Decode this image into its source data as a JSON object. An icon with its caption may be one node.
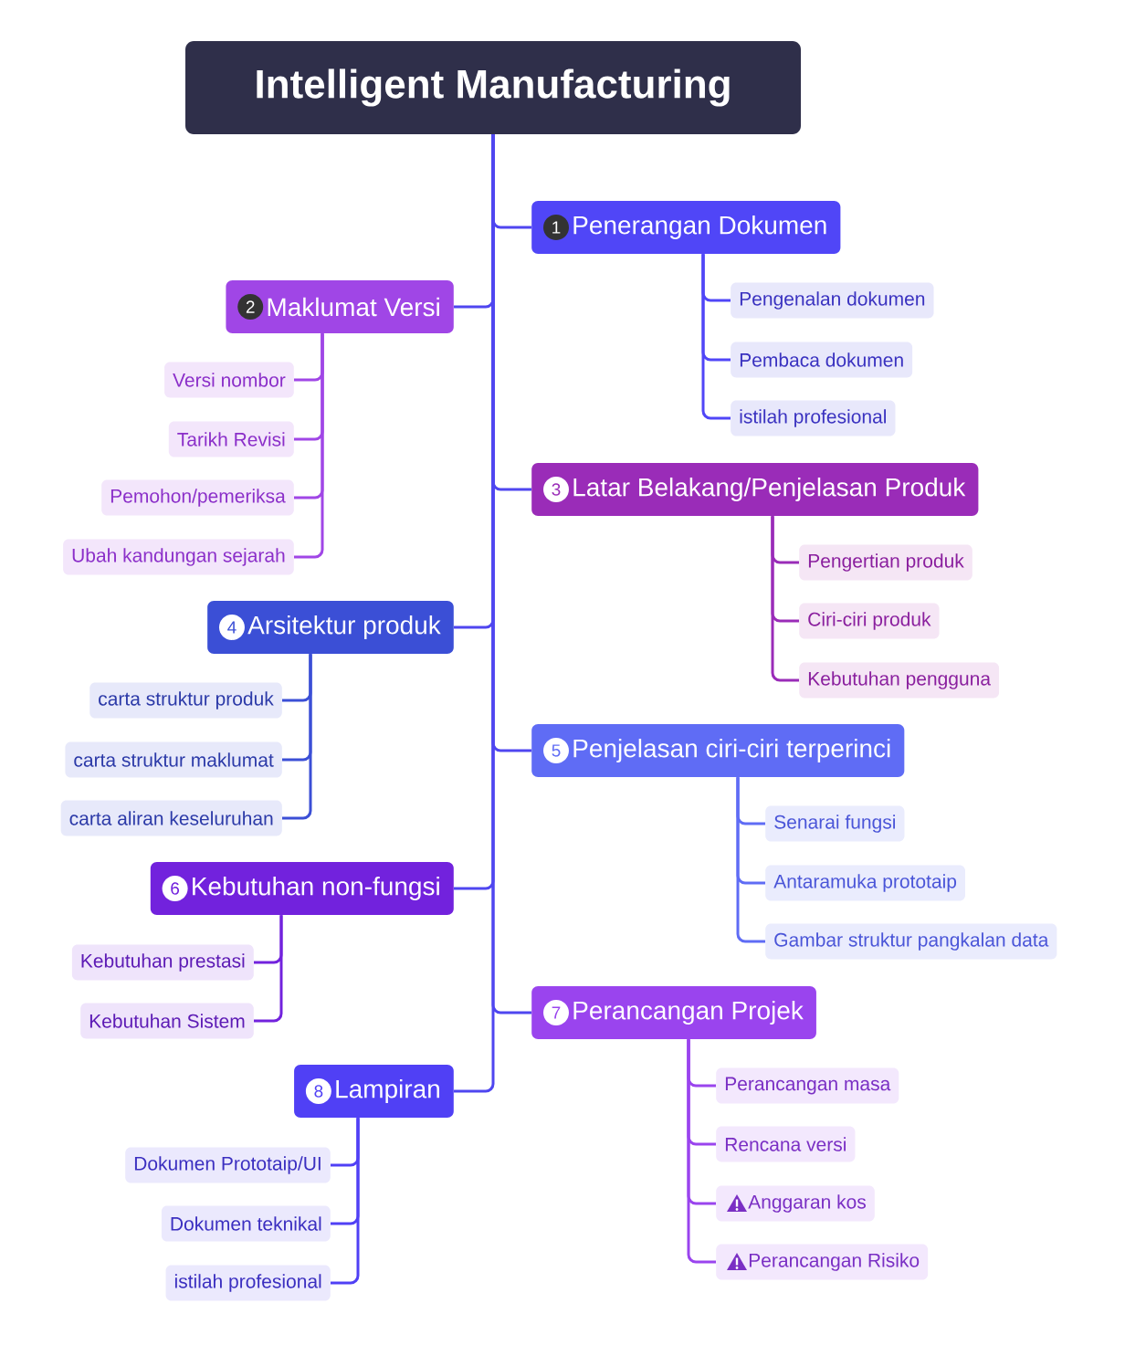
{
  "diagram": {
    "nodes": [
      {
        "text": [
          "Intelligent Manufacturing"
        ]
      },
      {
        "text": [
          "1",
          "Penerangan Dokumen"
        ]
      },
      {
        "text": [
          "Pengenalan dokumen"
        ]
      },
      {
        "text": [
          "Pembaca dokumen"
        ]
      },
      {
        "text": [
          "istilah profesional"
        ]
      },
      {
        "text": [
          "2",
          "Maklumat Versi"
        ]
      },
      {
        "text": [
          "Versi nombor"
        ]
      },
      {
        "text": [
          "Tarikh Revisi"
        ]
      },
      {
        "text": [
          "Pemohon/pemeriksa"
        ]
      },
      {
        "text": [
          "Ubah kandungan sejarah"
        ]
      },
      {
        "text": [
          "3",
          "Latar Belakang/Penjelasan Produk"
        ]
      },
      {
        "text": [
          "Pengertian produk"
        ]
      },
      {
        "text": [
          "Ciri-ciri produk"
        ]
      },
      {
        "text": [
          "Kebutuhan pengguna"
        ]
      },
      {
        "text": [
          "4",
          "Arsitektur produk"
        ]
      },
      {
        "text": [
          "carta struktur produk"
        ]
      },
      {
        "text": [
          "carta struktur maklumat"
        ]
      },
      {
        "text": [
          "carta aliran keseluruhan"
        ]
      },
      {
        "text": [
          "5",
          "Penjelasan ciri-ciri terperinci"
        ]
      },
      {
        "text": [
          "Senarai fungsi"
        ]
      },
      {
        "text": [
          "Antaramuka prototaip"
        ]
      },
      {
        "text": [
          "Gambar struktur pangkalan data"
        ]
      },
      {
        "text": [
          "6",
          "Kebutuhan non-fungsi"
        ]
      },
      {
        "text": [
          "Kebutuhan prestasi"
        ]
      },
      {
        "text": [
          "Kebutuhan Sistem"
        ]
      },
      {
        "text": [
          "7",
          "Perancangan Projek"
        ]
      },
      {
        "text": [
          "Perancangan masa"
        ]
      },
      {
        "text": [
          "Rencana versi"
        ]
      },
      {
        "text": [
          "Anggaran kos"
        ]
      },
      {
        "text": [
          "Perancangan Risiko"
        ]
      },
      {
        "text": [
          "8",
          "Lampiran"
        ]
      },
      {
        "text": [
          "Dokumen Prototaip/UI"
        ]
      },
      {
        "text": [
          "Dokumen teknikal"
        ]
      },
      {
        "text": [
          "istilah profesional"
        ]
      }
    ],
    "edges": [
      {
        "from": 0,
        "to": 1,
        "arrow": "none",
        "color": "#4f46f0"
      },
      {
        "from": 0,
        "to": 5,
        "arrow": "none",
        "color": "#4f46f0"
      },
      {
        "from": 0,
        "to": 10,
        "arrow": "none",
        "color": "#4f46f0"
      },
      {
        "from": 0,
        "to": 14,
        "arrow": "none",
        "color": "#4f46f0"
      },
      {
        "from": 0,
        "to": 18,
        "arrow": "none",
        "color": "#4f46f0"
      },
      {
        "from": 0,
        "to": 22,
        "arrow": "none",
        "color": "#4f46f0"
      },
      {
        "from": 0,
        "to": 25,
        "arrow": "none",
        "color": "#4f46f0"
      },
      {
        "from": 0,
        "to": 30,
        "arrow": "none",
        "color": "#4f46f0"
      },
      {
        "from": 1,
        "to": 2,
        "arrow": "none",
        "color": "#5046f7"
      },
      {
        "from": 1,
        "to": 3,
        "arrow": "none",
        "color": "#5046f7"
      },
      {
        "from": 1,
        "to": 4,
        "arrow": "none",
        "color": "#5046f7"
      },
      {
        "from": 5,
        "to": 6,
        "arrow": "none",
        "color": "#a046e6"
      },
      {
        "from": 5,
        "to": 7,
        "arrow": "none",
        "color": "#a046e6"
      },
      {
        "from": 5,
        "to": 8,
        "arrow": "none",
        "color": "#a046e6"
      },
      {
        "from": 5,
        "to": 9,
        "arrow": "none",
        "color": "#a046e6"
      },
      {
        "from": 10,
        "to": 11,
        "arrow": "none",
        "color": "#9a2cb8"
      },
      {
        "from": 10,
        "to": 12,
        "arrow": "none",
        "color": "#9a2cb8"
      },
      {
        "from": 10,
        "to": 13,
        "arrow": "none",
        "color": "#9a2cb8"
      },
      {
        "from": 14,
        "to": 15,
        "arrow": "none",
        "color": "#3b4fd6"
      },
      {
        "from": 14,
        "to": 16,
        "arrow": "none",
        "color": "#3b4fd6"
      },
      {
        "from": 14,
        "to": 17,
        "arrow": "none",
        "color": "#3b4fd6"
      },
      {
        "from": 18,
        "to": 19,
        "arrow": "none",
        "color": "#5f6cf5"
      },
      {
        "from": 18,
        "to": 20,
        "arrow": "none",
        "color": "#5f6cf5"
      },
      {
        "from": 18,
        "to": 21,
        "arrow": "none",
        "color": "#5f6cf5"
      },
      {
        "from": 22,
        "to": 23,
        "arrow": "none",
        "color": "#7222dd"
      },
      {
        "from": 22,
        "to": 24,
        "arrow": "none",
        "color": "#7222dd"
      },
      {
        "from": 25,
        "to": 26,
        "arrow": "none",
        "color": "#9a44ee"
      },
      {
        "from": 25,
        "to": 27,
        "arrow": "none",
        "color": "#9a44ee"
      },
      {
        "from": 25,
        "to": 28,
        "arrow": "none",
        "color": "#9a44ee"
      },
      {
        "from": 25,
        "to": 29,
        "arrow": "none",
        "color": "#9a44ee"
      },
      {
        "from": 30,
        "to": 31,
        "arrow": "none",
        "color": "#5040f5"
      },
      {
        "from": 30,
        "to": 32,
        "arrow": "none",
        "color": "#5040f5"
      },
      {
        "from": 30,
        "to": 33,
        "arrow": "none",
        "color": "#5040f5"
      }
    ]
  }
}
